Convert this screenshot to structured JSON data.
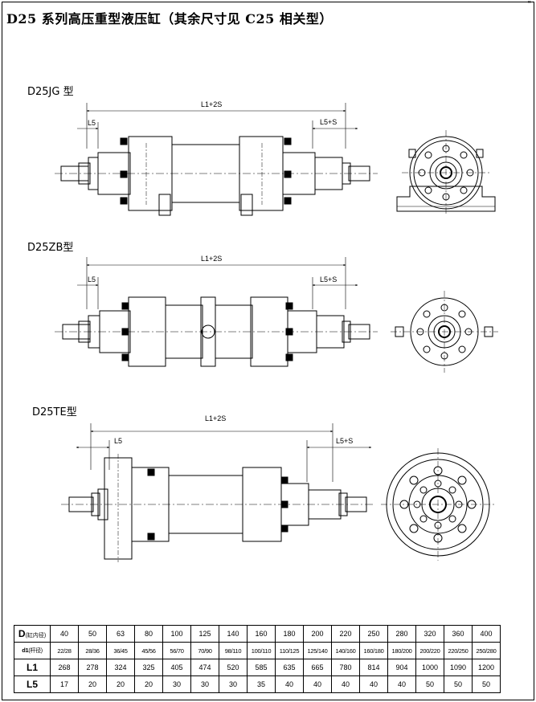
{
  "page": {
    "title": "D25 系列高压重型液压缸（其余尺寸见 C25 相关型）",
    "corner_mark": "\""
  },
  "models": [
    {
      "label": "D25JG 型",
      "dim_total": "L1+2S",
      "dim_left": "L5",
      "dim_right": "L5+S"
    },
    {
      "label": "D25ZB型",
      "dim_total": "L1+2S",
      "dim_left": "L5",
      "dim_right": "L5+S"
    },
    {
      "label": "D25TE型",
      "dim_total": "L1+2S",
      "dim_left": "L5",
      "dim_right": "L5+S"
    }
  ],
  "table": {
    "rows": [
      {
        "head": "D",
        "head_note": "(缸内径)",
        "values": [
          "40",
          "50",
          "63",
          "80",
          "100",
          "125",
          "140",
          "160",
          "180",
          "200",
          "220",
          "250",
          "280",
          "320",
          "360",
          "400"
        ]
      },
      {
        "head": "d1",
        "head_note": "(杆径)",
        "values": [
          "22/28",
          "28/36",
          "36/45",
          "45/56",
          "56/70",
          "70/90",
          "98/110",
          "100/110",
          "110/125",
          "125/140",
          "140/160",
          "160/180",
          "180/200",
          "200/220",
          "220/250",
          "250/280"
        ]
      },
      {
        "head": "L1",
        "head_note": "",
        "values": [
          "268",
          "278",
          "324",
          "325",
          "405",
          "474",
          "520",
          "585",
          "635",
          "665",
          "780",
          "814",
          "904",
          "1000",
          "1090",
          "1200"
        ]
      },
      {
        "head": "L5",
        "head_note": "",
        "values": [
          "17",
          "20",
          "20",
          "20",
          "30",
          "30",
          "30",
          "35",
          "40",
          "40",
          "40",
          "40",
          "40",
          "50",
          "50",
          "50"
        ]
      }
    ]
  }
}
